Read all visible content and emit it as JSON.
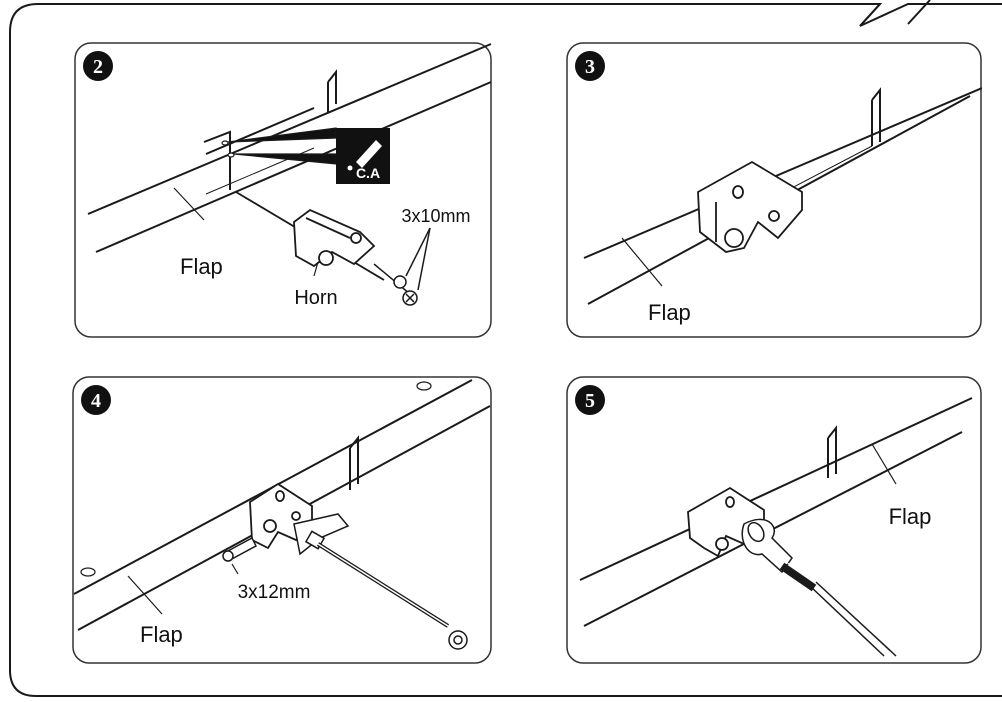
{
  "steps": [
    {
      "number": "2",
      "labels": {
        "flap": "Flap",
        "horn": "Horn",
        "screw": "3x10mm",
        "glue": "C.A"
      },
      "icons": [
        "glue-bottle-icon",
        "screw-icon"
      ]
    },
    {
      "number": "3",
      "labels": {
        "flap": "Flap"
      },
      "icons": []
    },
    {
      "number": "4",
      "labels": {
        "flap": "Flap",
        "screw": "3x12mm"
      },
      "icons": [
        "screw-icon",
        "clevis-icon"
      ]
    },
    {
      "number": "5",
      "labels": {
        "flap": "Flap"
      },
      "icons": [
        "clevis-icon"
      ]
    }
  ],
  "colors": {
    "line": "#1a1a1a",
    "panel_border": "#333333",
    "badge": "#111111"
  }
}
